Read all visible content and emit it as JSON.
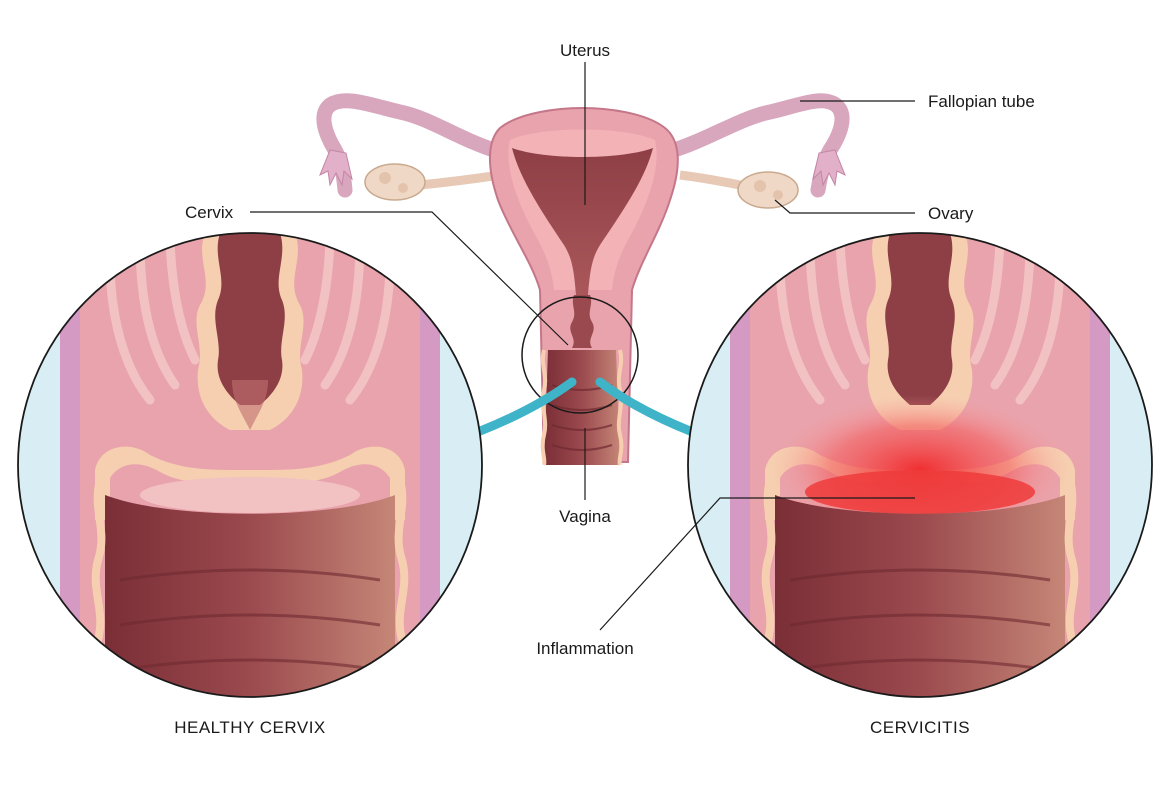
{
  "labels": {
    "uterus": "Uterus",
    "fallopian_tube": "Fallopian tube",
    "cervix": "Cervix",
    "ovary": "Ovary",
    "vagina": "Vagina",
    "inflammation": "Inflammation"
  },
  "captions": {
    "left": "HEALTHY CERVIX",
    "right": "CERVICITIS"
  },
  "colors": {
    "tissue_pink": "#e9a3ac",
    "tissue_light": "#f2c2c3",
    "canal_dark": "#8e3f45",
    "lining_cream": "#f6cfb0",
    "outer_purple": "#d49ac4",
    "background_blue": "#d8eef4",
    "arrow_teal": "#3fb3c8",
    "inflammation_red": "#ef3b3b"
  }
}
